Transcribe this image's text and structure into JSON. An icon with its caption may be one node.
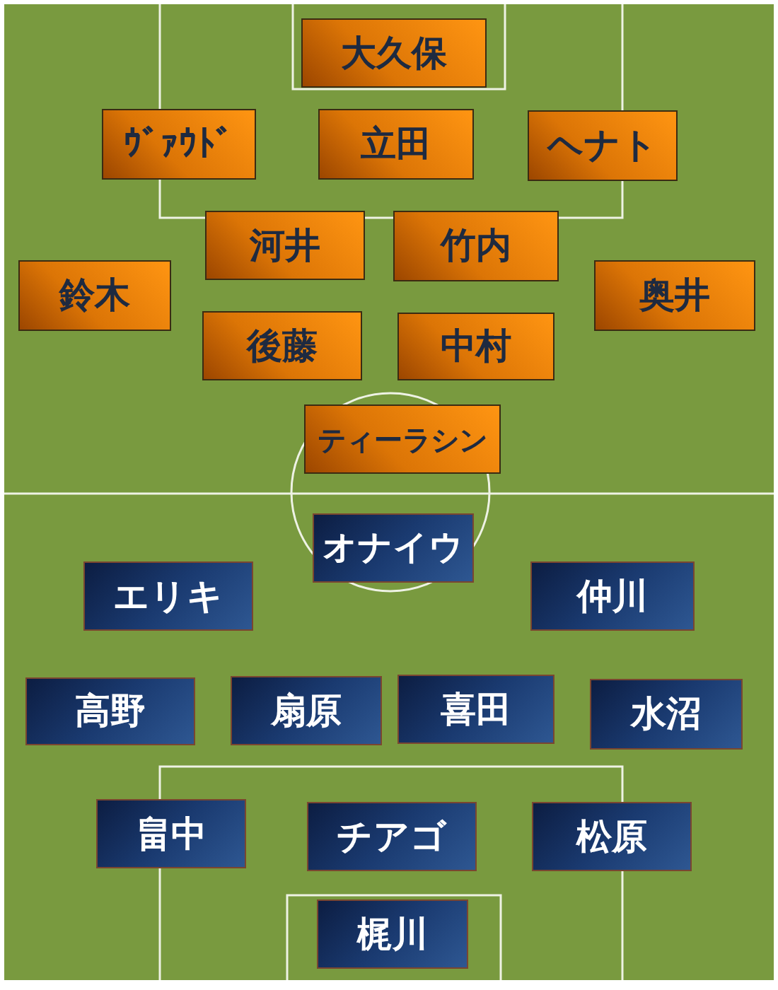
{
  "diagram": {
    "nodes": [
      {
        "text": [
          "大久保"
        ]
      },
      {
        "text": [
          "ｳﾞｧｳﾄﾞ"
        ]
      },
      {
        "text": [
          "立田"
        ]
      },
      {
        "text": [
          "ヘナト"
        ]
      },
      {
        "text": [
          "河井"
        ]
      },
      {
        "text": [
          "竹内"
        ]
      },
      {
        "text": [
          "鈴木"
        ]
      },
      {
        "text": [
          "奥井"
        ]
      },
      {
        "text": [
          "後藤"
        ]
      },
      {
        "text": [
          "中村"
        ]
      },
      {
        "text": [
          "ティーラシン"
        ]
      },
      {
        "text": [
          "オナイウ"
        ]
      },
      {
        "text": [
          "エリキ"
        ]
      },
      {
        "text": [
          "仲川"
        ]
      },
      {
        "text": [
          "高野"
        ]
      },
      {
        "text": [
          "扇原"
        ]
      },
      {
        "text": [
          "喜田"
        ]
      },
      {
        "text": [
          "水沼"
        ]
      },
      {
        "text": [
          "畠中"
        ]
      },
      {
        "text": [
          "チアゴ"
        ]
      },
      {
        "text": [
          "松原"
        ]
      },
      {
        "text": [
          "梶川"
        ]
      }
    ]
  }
}
